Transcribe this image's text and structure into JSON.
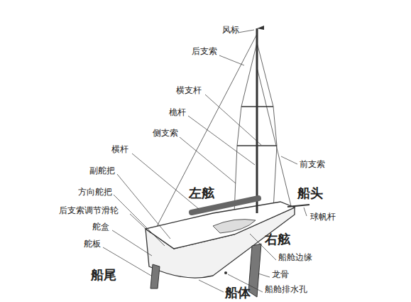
{
  "diagram": {
    "labels": [
      "风标",
      "后支索",
      "横支杆",
      "桅杆",
      "侧支索",
      "前支索",
      "横杆",
      "左舷",
      "船头",
      "副舵把",
      "方向舵把",
      "球帆杆",
      "后支索调节滑轮",
      "右舷",
      "舵盒",
      "船舱边缘",
      "舵板",
      "龙骨",
      "船尾",
      "船体",
      "船舱排水孔"
    ]
  }
}
